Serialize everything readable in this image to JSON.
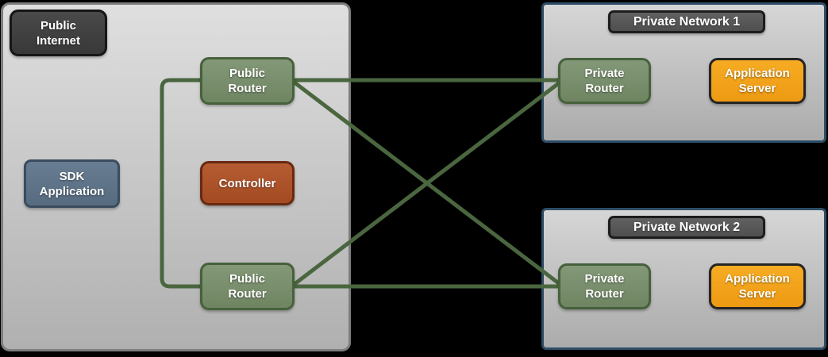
{
  "colors": {
    "background": "#000000",
    "internet_zone_fill_top": "#dfdfdf",
    "internet_zone_fill_bottom": "#b0b0b0",
    "internet_zone_border": "#7d7d7d",
    "network_zone_border": "#2e4d66",
    "dark_label_fill": "#3f3f3f",
    "network_title_fill": "#575757",
    "router_fill": "#7a906b",
    "router_border": "#46613c",
    "controller_fill": "#ad5128",
    "controller_border": "#692910",
    "sdk_fill": "#5f7489",
    "sdk_border": "#3a4c5e",
    "server_fill": "#f2a11c",
    "server_border": "#252525",
    "connector_line": "#4a663f",
    "label_text": "#ffffff"
  },
  "public_internet": {
    "title": "Public Internet",
    "sdk_application_label": "SDK Application",
    "controller_label": "Controller",
    "public_router_top_label": "Public Router",
    "public_router_bottom_label": "Public Router"
  },
  "private_network_1": {
    "title": "Private Network 1",
    "private_router_label": "Private Router",
    "application_server_label": "Application Server"
  },
  "private_network_2": {
    "title": "Private Network 2",
    "private_router_label": "Private Router",
    "application_server_label": "Application Server"
  }
}
